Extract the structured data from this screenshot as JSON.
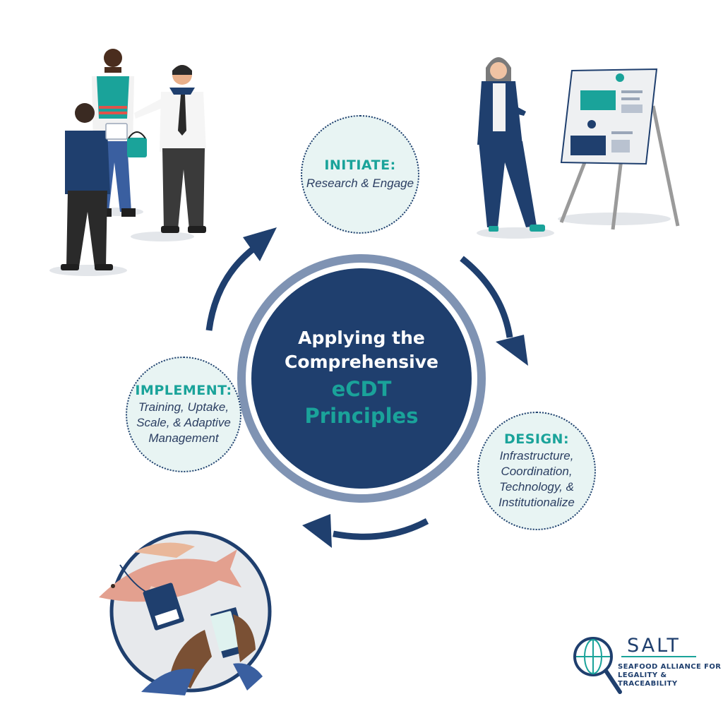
{
  "center": {
    "line1": "Applying the",
    "line2": "Comprehensive",
    "line3": "eCDT",
    "line4": "Principles"
  },
  "stages": {
    "initiate": {
      "title": "INITIATE:",
      "desc": [
        "Research & Engage"
      ]
    },
    "design": {
      "title": "DESIGN:",
      "desc": [
        "Infrastructure,",
        "Coordination,",
        "Technology, &",
        "Institutionalize"
      ]
    },
    "implement": {
      "title": "IMPLEMENT:",
      "desc": [
        "Training, Uptake,",
        "Scale, & Adaptive",
        "Management"
      ]
    }
  },
  "logo": {
    "name": "SALT",
    "line1": "SEAFOOD ALLIANCE FOR",
    "line2": "LEGALITY & TRACEABILITY"
  },
  "colors": {
    "navy": "#1f3f6e",
    "teal": "#1aa39a",
    "bubble": "#e8f4f3",
    "ring": "#7f93b3"
  },
  "icons": {
    "people": "people-meeting-illustration",
    "presenter": "presenter-whiteboard-illustration",
    "fish": "fish-tag-phone-illustration",
    "cycle": "cycle-arrows",
    "logo": "salt-globe-magnifier-logo"
  }
}
